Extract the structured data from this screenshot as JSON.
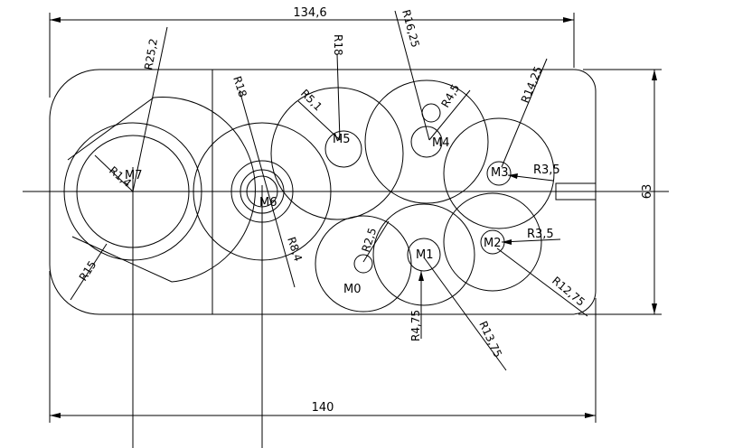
{
  "drawing": {
    "dimensions": {
      "top_width": "134,6",
      "bottom_width": "140",
      "height": "63"
    },
    "radii": {
      "r25_2": "R25,2",
      "r18_m5": "R18",
      "r16_25": "R16,25",
      "r14_25": "R14,25",
      "r18_m6": "R18",
      "r5_1": "R5,1",
      "r4_5": "R4,5",
      "r1_4": "R1,4",
      "r15": "R15",
      "r8_4": "R8,4",
      "r2_5": "R2,5",
      "r3_5_m3": "R3,5",
      "r3_5_m2": "R3,5",
      "r12_75": "R12,75",
      "r4_75": "R4,75",
      "r13_75": "R13,75"
    },
    "motors": {
      "m0": "M0",
      "m1": "M1",
      "m2": "M2",
      "m3": "M3",
      "m4": "M4",
      "m5": "M5",
      "m6": "M6",
      "m7": "M7"
    }
  }
}
